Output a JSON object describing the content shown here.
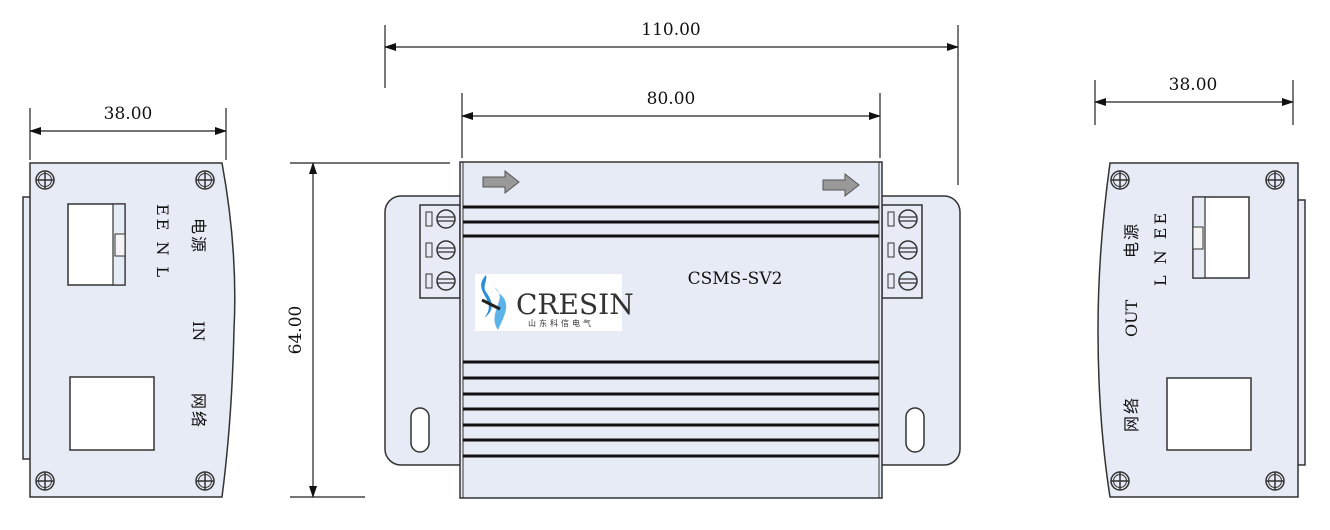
{
  "dimensions": {
    "left_width": "38.00",
    "total_length": "110.00",
    "body_length": "80.00",
    "height": "64.00",
    "right_width": "38.00"
  },
  "left_panel": {
    "terminal_labels": "EE N L",
    "power_label": "电源",
    "io_label": "IN",
    "network_label": "网络"
  },
  "front_view": {
    "model": "CSMS-SV2",
    "logo_text": "CRESIN",
    "logo_subtitle": "山东科信电气"
  },
  "right_panel": {
    "terminal_labels": "L N EE",
    "power_label": "电源",
    "io_label": "OUT",
    "network_label": "网络"
  },
  "colors": {
    "panel": "#e6ebf5",
    "logo_blue": "#2a8fd8"
  }
}
